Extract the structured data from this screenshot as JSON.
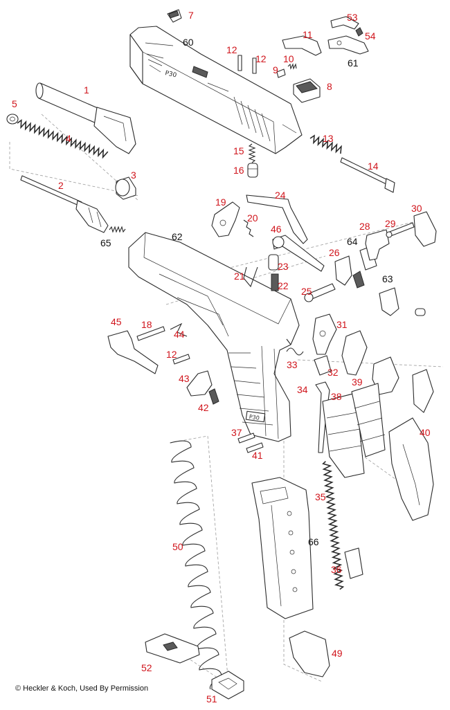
{
  "credit": "© Heckler & Koch, Used By Permission",
  "slide_marking": "P30",
  "frame_marking": "P30",
  "label_colors": {
    "part_number": "#d0141b",
    "assembly_number": "#111111"
  },
  "callouts": {
    "n1": "1",
    "n2": "2",
    "n3": "3",
    "n4": "4",
    "n5": "5",
    "n7": "7",
    "n8": "8",
    "n9": "9",
    "n10": "10",
    "n11": "11",
    "n12a": "12",
    "n12b": "12",
    "n12c": "12",
    "n13": "13",
    "n14": "14",
    "n15": "15",
    "n16": "16",
    "n18": "18",
    "n19": "19",
    "n20": "20",
    "n21": "21",
    "n22": "22",
    "n23": "23",
    "n24": "24",
    "n25": "25",
    "n26": "26",
    "n28": "28",
    "n29": "29",
    "n30": "30",
    "n31": "31",
    "n32": "32",
    "n33": "33",
    "n34": "34",
    "n35": "35",
    "n36": "36",
    "n37": "37",
    "n38": "38",
    "n39": "39",
    "n40": "40",
    "n41": "41",
    "n42": "42",
    "n43": "43",
    "n44": "44",
    "n45": "45",
    "n46": "46",
    "n49": "49",
    "n50": "50",
    "n51": "51",
    "n52": "52",
    "n53": "53",
    "n54": "54",
    "n60": "60",
    "n61": "61",
    "n62": "62",
    "n63": "63",
    "n64": "64",
    "n65": "65",
    "n66": "66"
  }
}
